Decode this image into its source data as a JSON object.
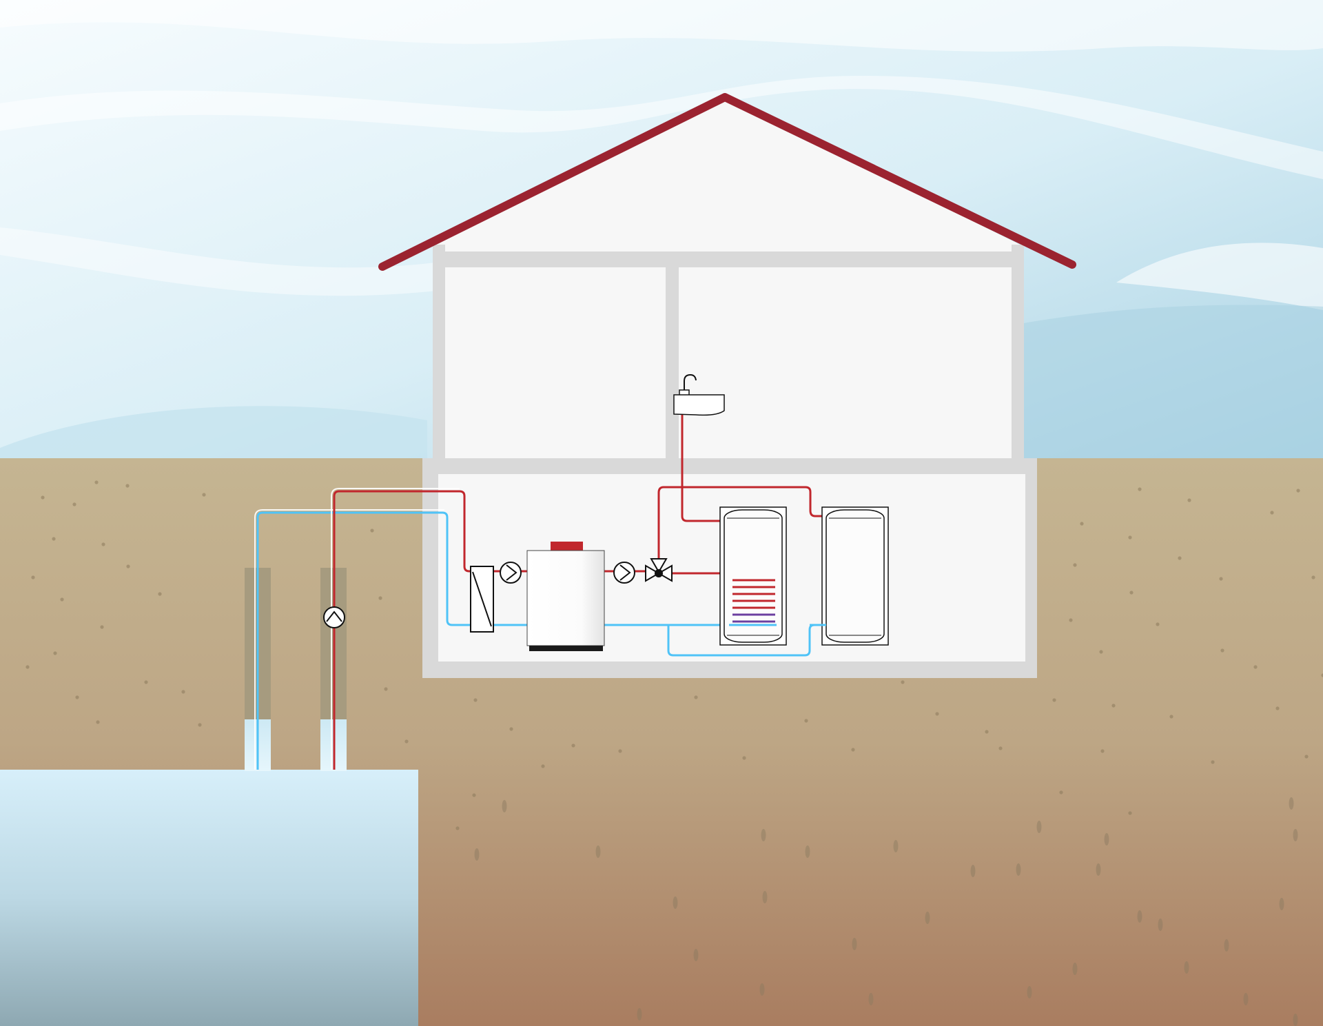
{
  "scene": {
    "type": "water-to-water heat pump installation cross-section",
    "text_labels": []
  },
  "colors": {
    "sky_top": "#f4fbfd",
    "sky_bottom": "#b2d7e6",
    "roof": "#9b2330",
    "house_wall": "#d9d9d9",
    "room_fill": "#f7f7f7",
    "soil_top": "#c4b391",
    "soil_bottom": "#a97d60",
    "aquifer_top": "#d6eef9",
    "aquifer_bottom": "#8ea9b4",
    "well_casing": "#a69b7f",
    "hot_pipe": "#c1272d",
    "cold_pipe": "#4fc3f7",
    "coil_purple": "#6b3fa0",
    "equipment_outline": "#111111"
  },
  "components": [
    {
      "name": "supply-well",
      "icon": "well-icon"
    },
    {
      "name": "return-well",
      "icon": "well-icon"
    },
    {
      "name": "submersible-well-pump",
      "icon": "pump-icon"
    },
    {
      "name": "intermediate-heat-exchanger",
      "icon": "heat-exchanger-icon"
    },
    {
      "name": "source-circulation-pump",
      "icon": "pump-icon"
    },
    {
      "name": "heat-pump-unit",
      "icon": "heat-pump-icon"
    },
    {
      "name": "heating-circulation-pump",
      "icon": "pump-icon"
    },
    {
      "name": "three-way-valve",
      "icon": "valve-icon"
    },
    {
      "name": "hot-water-cylinder",
      "icon": "tank-icon"
    },
    {
      "name": "buffer-tank",
      "icon": "tank-icon"
    },
    {
      "name": "wash-basin",
      "icon": "basin-icon"
    }
  ]
}
